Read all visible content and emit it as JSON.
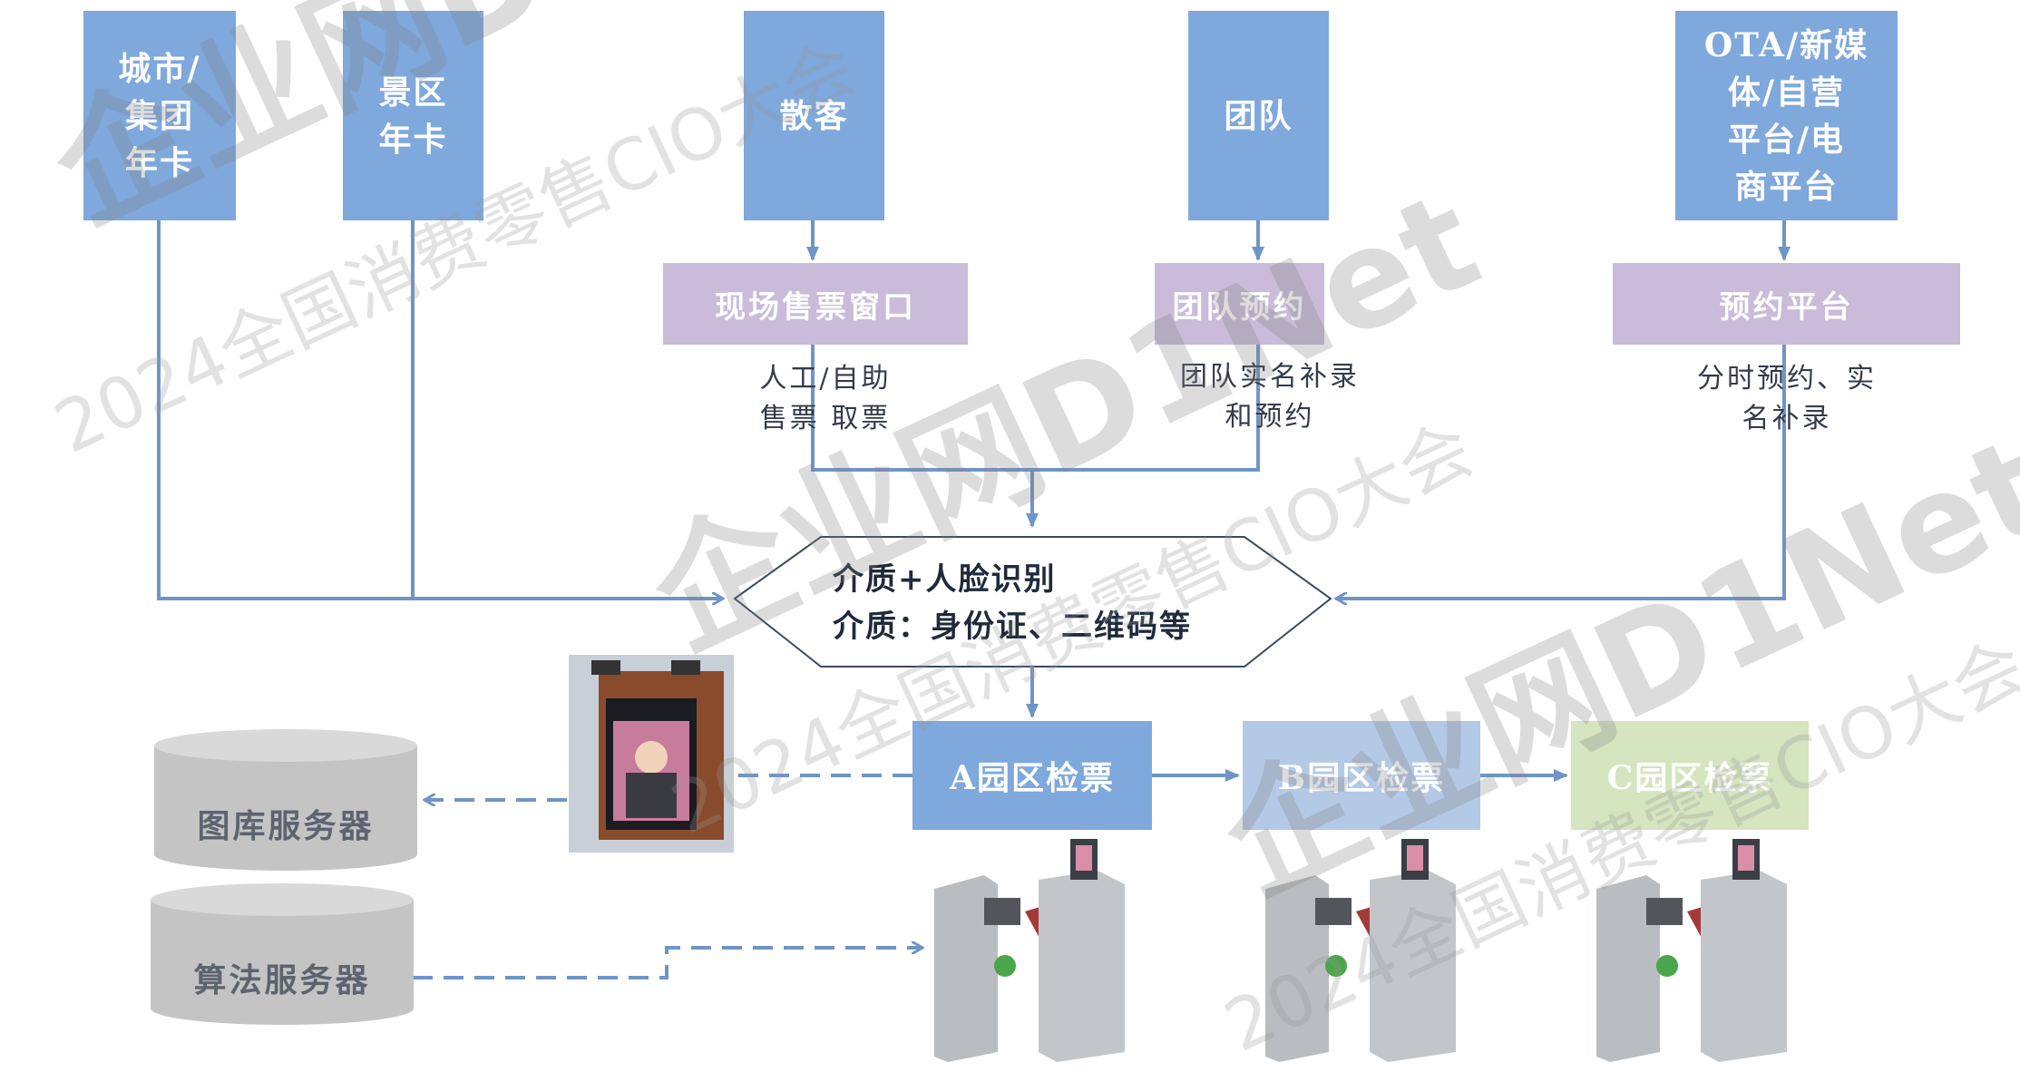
{
  "sources": {
    "city_card": "城市/\n集团\n年卡",
    "scenic_card": "景区\n年卡",
    "individual": "散客",
    "group": "团队",
    "ota": "OTA/新媒\n体/自营\n平台/电\n商平台"
  },
  "channels": {
    "onsite_window": "现场售票窗口",
    "group_booking": "团队预约",
    "booking_platform": "预约平台"
  },
  "notes": {
    "onsite": "人工/自助\n售票 取票",
    "group": "团队实名补录\n和预约",
    "platform": "分时预约、实\n名补录"
  },
  "verification": {
    "line1": "介质+人脸识别",
    "line2": "介质：身份证、二维码等"
  },
  "zones": {
    "a": "A园区检票",
    "b": "B园区检票",
    "c": "C园区检票"
  },
  "servers": {
    "gallery": "图库服务器",
    "algorithm": "算法服务器"
  },
  "watermarks": {
    "brand": "企业网D1Net",
    "event": "2024全国消费零售CIO大会"
  },
  "colors": {
    "source_blue": "#7fa8dc",
    "zone_a": "#7fa8dc",
    "zone_b": "#b4c9e6",
    "zone_c": "#d4e5bf",
    "channel_purple": "#c9bbd9",
    "connector": "#6f95c7",
    "server_gray": "#c4c4c4"
  }
}
